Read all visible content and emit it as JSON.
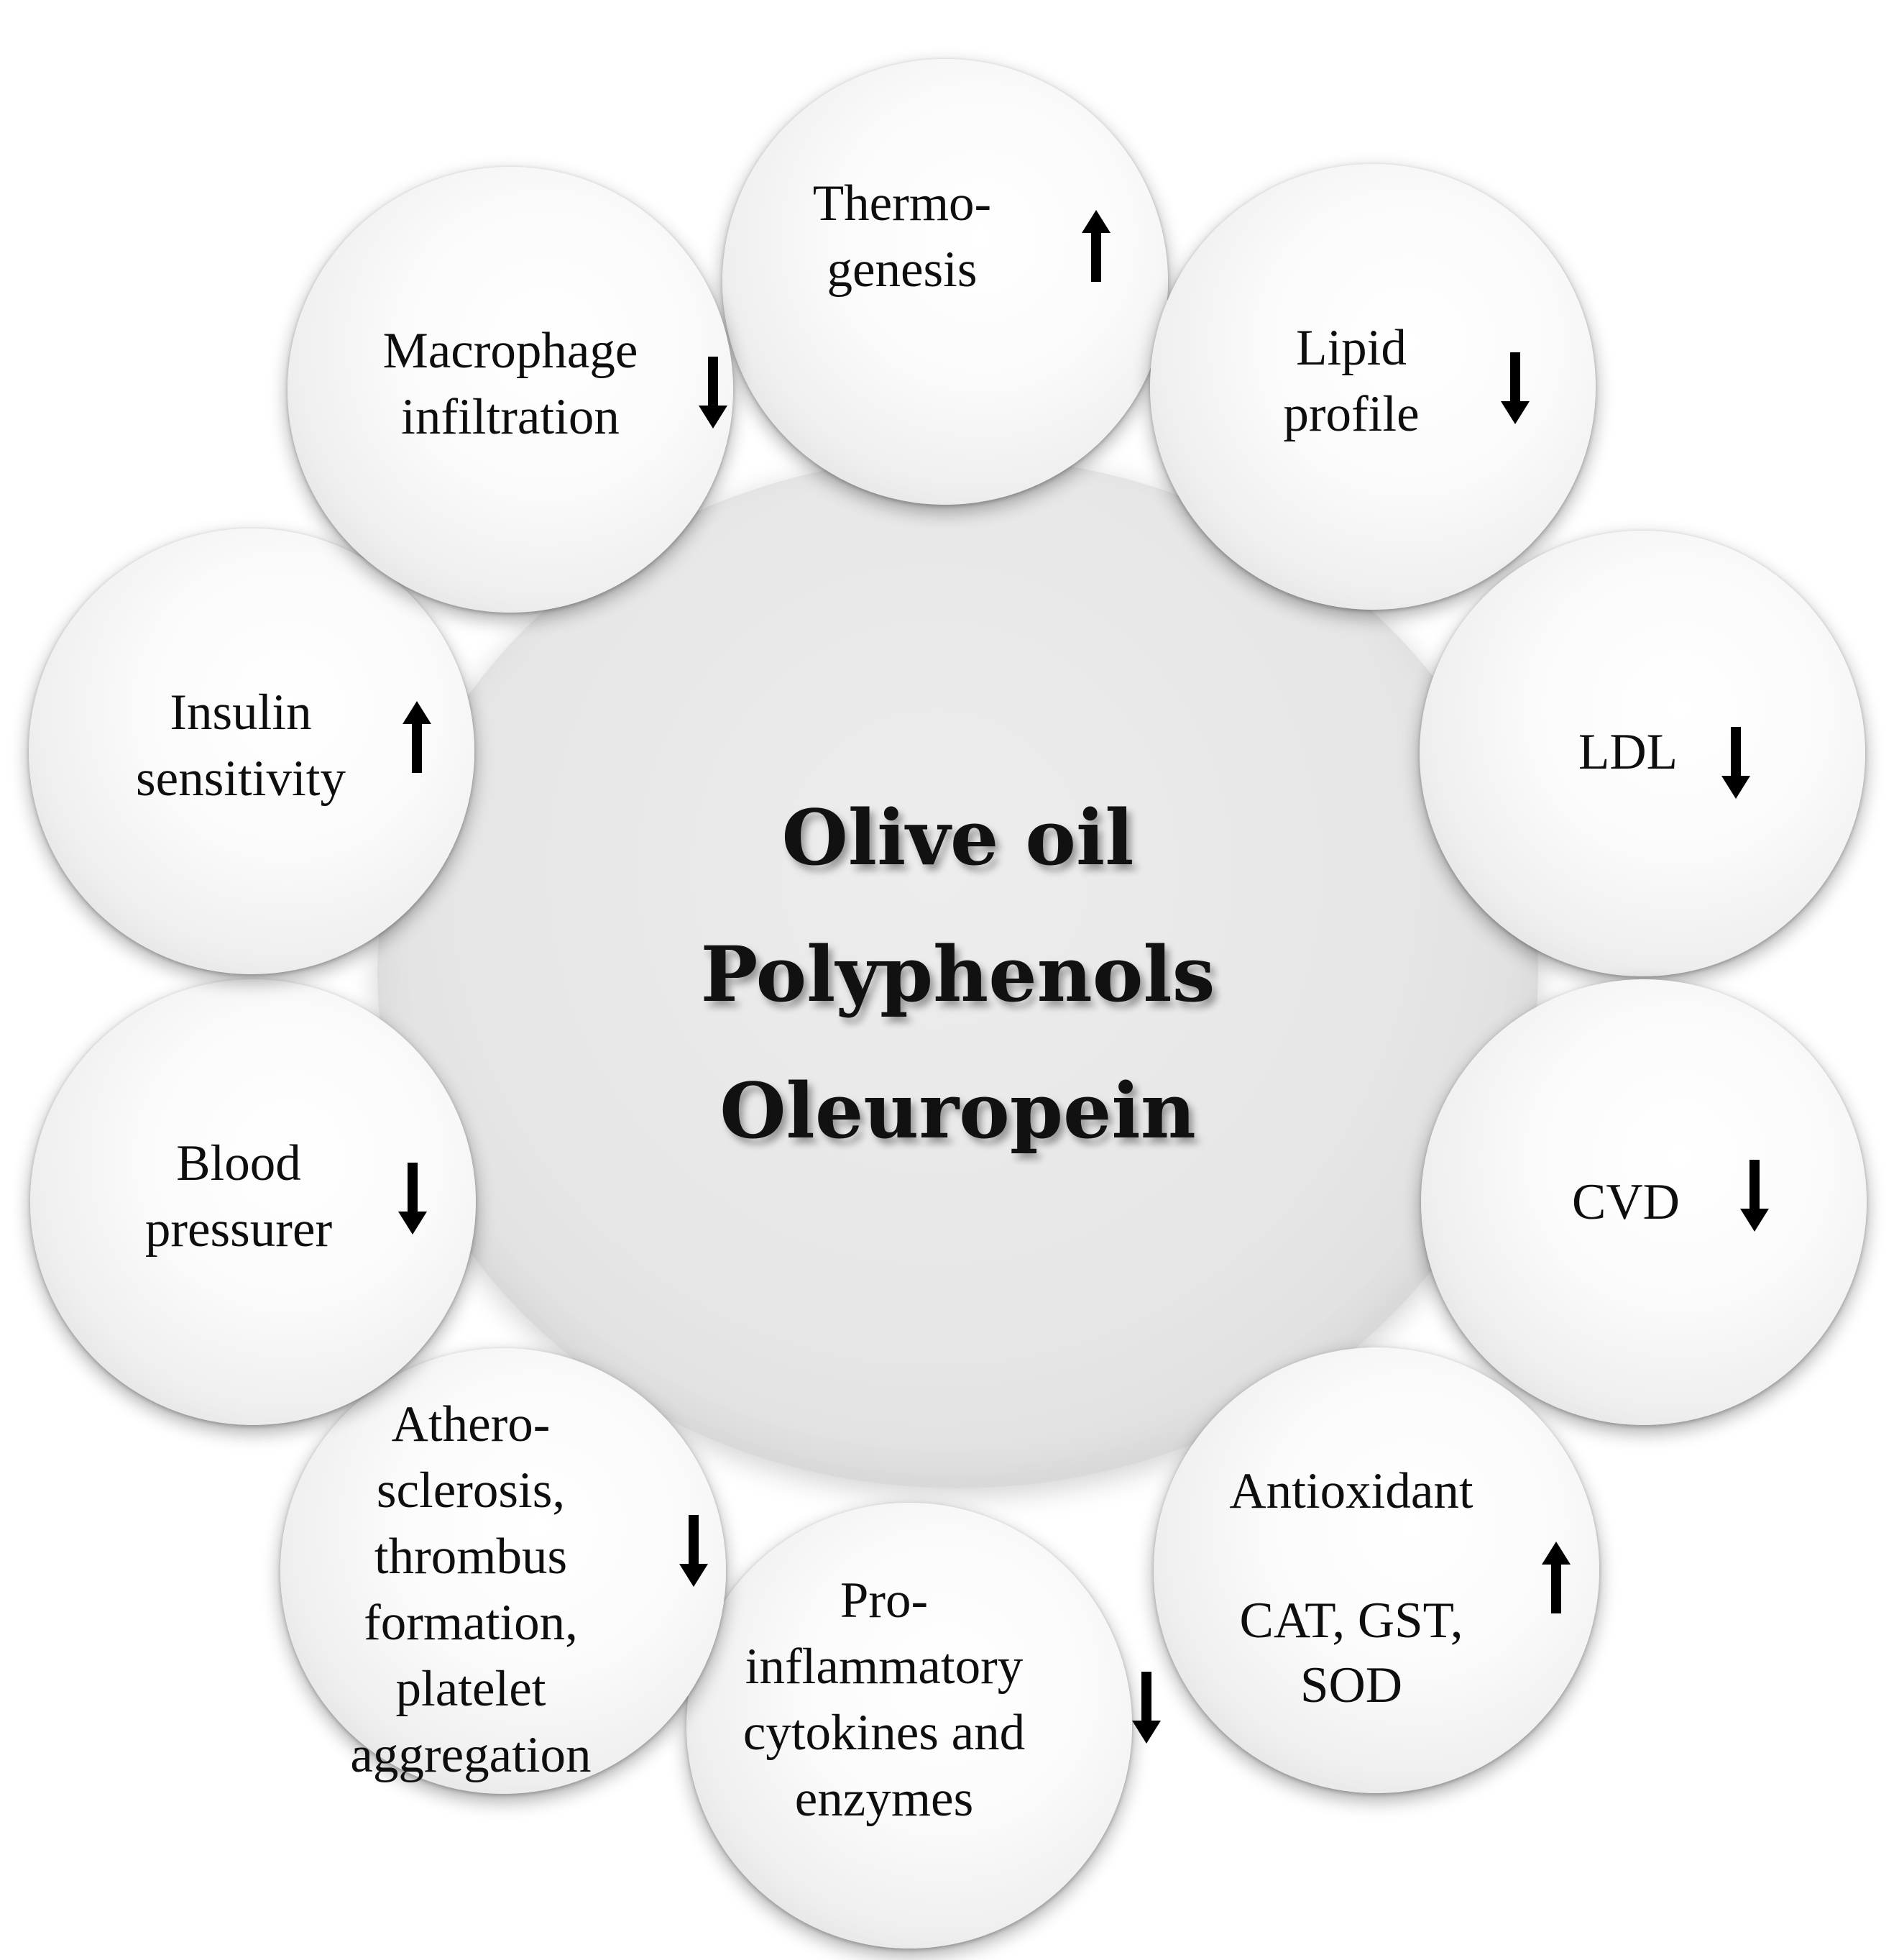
{
  "center": {
    "lines": [
      "Olive oil",
      "Polyphenols",
      "Oleuropein"
    ]
  },
  "effects": [
    {
      "id": "thermogenesis",
      "text": "Thermo-\ngenesis",
      "direction": "up"
    },
    {
      "id": "lipid-profile",
      "text": "Lipid\nprofile",
      "direction": "down"
    },
    {
      "id": "ldl",
      "text": "LDL",
      "direction": "down"
    },
    {
      "id": "cvd",
      "text": "CVD",
      "direction": "down"
    },
    {
      "id": "antioxidant",
      "text": "Antioxidant\n\nCAT, GST,\nSOD",
      "direction": "up"
    },
    {
      "id": "pro-inflammatory",
      "text": "Pro-\ninflammatory\ncytokines and\nenzymes",
      "direction": "down"
    },
    {
      "id": "atherosclerosis",
      "text": "Athero-\nsclerosis,\nthrombus\nformation,\nplatelet\naggregation",
      "direction": "down"
    },
    {
      "id": "blood-pressure",
      "text": "Blood\npressurer",
      "direction": "down"
    },
    {
      "id": "insulin-sensitivity",
      "text": "Insulin\nsensitivity",
      "direction": "up"
    },
    {
      "id": "macrophage-infiltration",
      "text": "Macrophage\ninfiltration",
      "direction": "down"
    }
  ],
  "arrow_color": "#000000"
}
